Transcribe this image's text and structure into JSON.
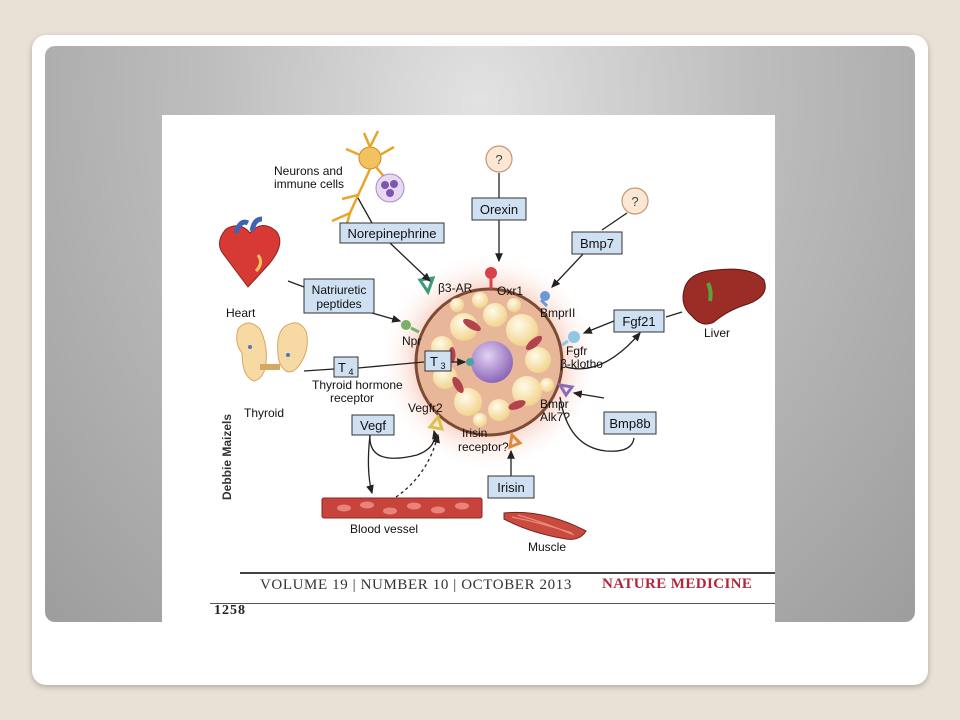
{
  "figure": {
    "labels": {
      "neurons": "Neurons and",
      "neurons2": "immune cells",
      "heart": "Heart",
      "thyroid": "Thyroid",
      "liver": "Liver",
      "blood_vessel": "Blood vessel",
      "muscle": "Muscle",
      "beta3": "β3-AR",
      "oxr1": "Oxr1",
      "bmprii": "BmprII",
      "npr": "Npr",
      "fgfr": "Fgfr",
      "klotho": "β-klotho",
      "trh": "Thyroid hormone",
      "trh2": "receptor",
      "vegfr2": "Vegfr2",
      "bmpr": "Bmpr",
      "alk7": "Alk7?",
      "irisin_rec": "Irisin",
      "irisin_rec2": "receptor?"
    },
    "boxes": {
      "orexin": "Orexin",
      "norepinephrine": "Norepinephrine",
      "bmp7": "Bmp7",
      "natriuretic": "Natriuretic",
      "natriuretic2": "peptides",
      "fgf21": "Fgf21",
      "t4": "T",
      "t4sub": "4",
      "t3": "T",
      "t3sub": "3",
      "vegf": "Vegf",
      "bmp8b": "Bmp8b",
      "irisin": "Irisin"
    },
    "unknown": "?",
    "credit": "Debbie Maizels"
  },
  "footer": {
    "issue": "VOLUME 19 | NUMBER 10 | OCTOBER 2013",
    "journal": "NATURE MEDICINE",
    "page": "1258"
  }
}
